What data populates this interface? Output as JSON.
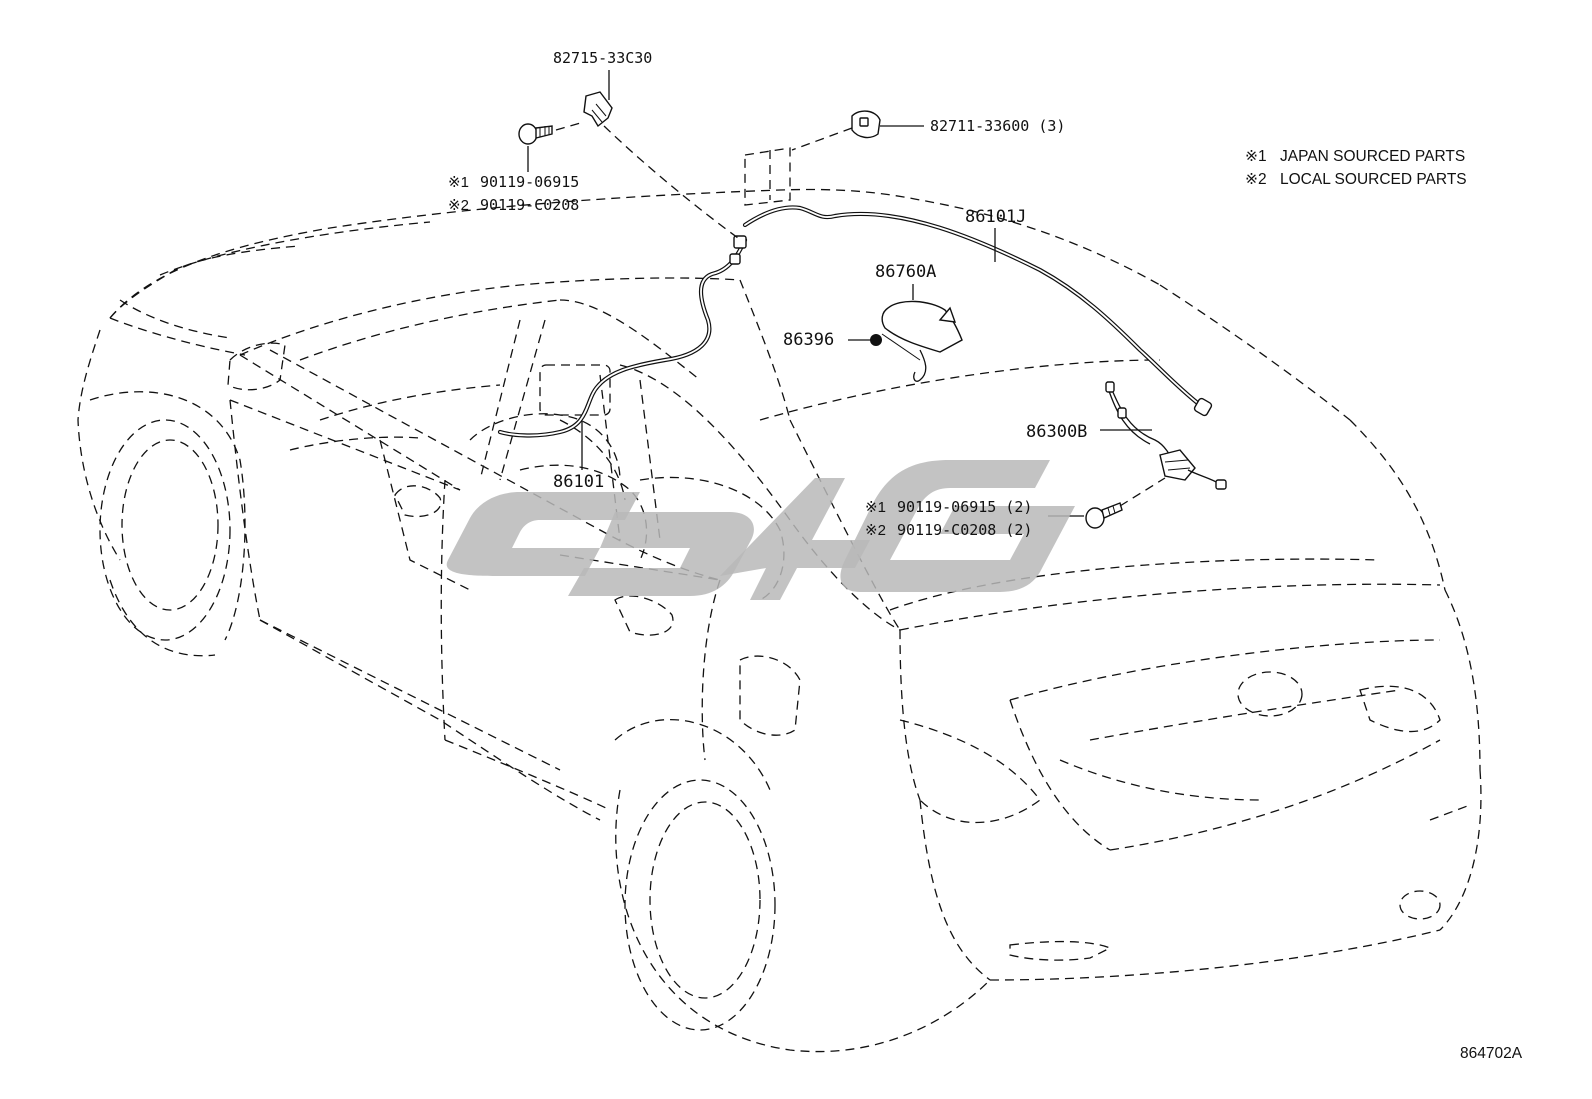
{
  "diagram": {
    "callouts": [
      {
        "id": "clip-top",
        "text": "82715-33C30"
      },
      {
        "id": "clamp",
        "text": "82711-33600 (3)"
      },
      {
        "id": "bolt-top-1",
        "mark": "※1",
        "text": "90119-06915"
      },
      {
        "id": "bolt-top-2",
        "mark": "※2",
        "text": "90119-C0208"
      },
      {
        "id": "roof-cord",
        "text": "86101J"
      },
      {
        "id": "antenna",
        "text": "86760A"
      },
      {
        "id": "antenna-nut",
        "text": "86396"
      },
      {
        "id": "amplifier",
        "text": "86300B"
      },
      {
        "id": "front-cord",
        "text": "86101"
      },
      {
        "id": "bolt-rear-1",
        "mark": "※1",
        "text": "90119-06915 (2)"
      },
      {
        "id": "bolt-rear-2",
        "mark": "※2",
        "text": "90119-C0208 (2)"
      }
    ],
    "legend": [
      {
        "mark": "※1",
        "text": "JAPAN SOURCED PARTS"
      },
      {
        "mark": "※2",
        "text": "LOCAL SOURCED PARTS"
      }
    ],
    "figure_code": "864702A"
  },
  "colors": {
    "line": "#111111",
    "background": "#ffffff",
    "watermark": "#b9b9b9"
  }
}
